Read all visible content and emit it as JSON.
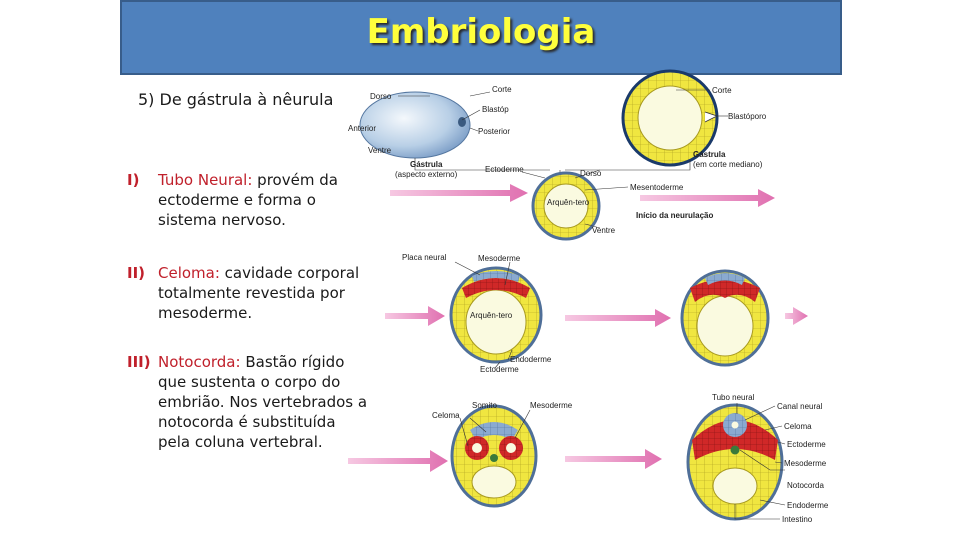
{
  "slide": {
    "title": "Embriologia",
    "subtitle": "5) De gástrula à nêurula",
    "items": [
      {
        "num": "I)",
        "term": "Tubo Neural:",
        "text": " provém da ectoderme e forma o sistema nervoso."
      },
      {
        "num": "II)",
        "term": "Celoma:",
        "text": " cavidade corporal totalmente revestida por mesoderme."
      },
      {
        "num": "III)",
        "term": "Notocorda:",
        "text": " Bastão rígido que sustenta o corpo do embrião. Nos vertebrados a notocorda é substituída pela coluna vertebral."
      }
    ]
  },
  "diagram": {
    "labels": {
      "dorso": "Dorso",
      "corte": "Corte",
      "blastoporo_short": "Blastóp",
      "anterior": "Anterior",
      "posterior": "Posterior",
      "ventre": "Ventre",
      "gastrula_ext": "Gástrula",
      "aspecto_externo": "(aspecto externo)",
      "corte_right": "Corte",
      "blastoporo": "Blastóporo",
      "gastrula_med": "Gástrula",
      "corte_mediano": "(em corte mediano)",
      "ectoderme": "Ectoderme",
      "dorso2": "Dorso",
      "mesentoderme": "Mesentoderme",
      "arquentero": "Arquên-tero",
      "inicio_neurulacao": "Início da neurulação",
      "ventre2": "Ventre",
      "placa_neural": "Placa neural",
      "mesoderme": "Mesoderme",
      "arquentero2": "Arquên-tero",
      "endoderme": "Endoderme",
      "ectoderme2": "Ectoderme",
      "somito": "Somito",
      "mesoderme2": "Mesoderme",
      "celoma": "Celoma",
      "tubo_neural": "Tubo neural",
      "canal_neural": "Canal neural",
      "celoma2": "Celoma",
      "ectoderme3": "Ectoderme",
      "mesoderme3": "Mesoderme",
      "notocorda": "Notocorda",
      "endoderme2": "Endoderme",
      "intestino": "Intestino"
    },
    "colors": {
      "ectoderm": "#8aaad0",
      "mesoderm": "#d02828",
      "endoderm": "#f0e640",
      "notochord": "#3a7a3a",
      "arrow": "#e070b0"
    }
  }
}
